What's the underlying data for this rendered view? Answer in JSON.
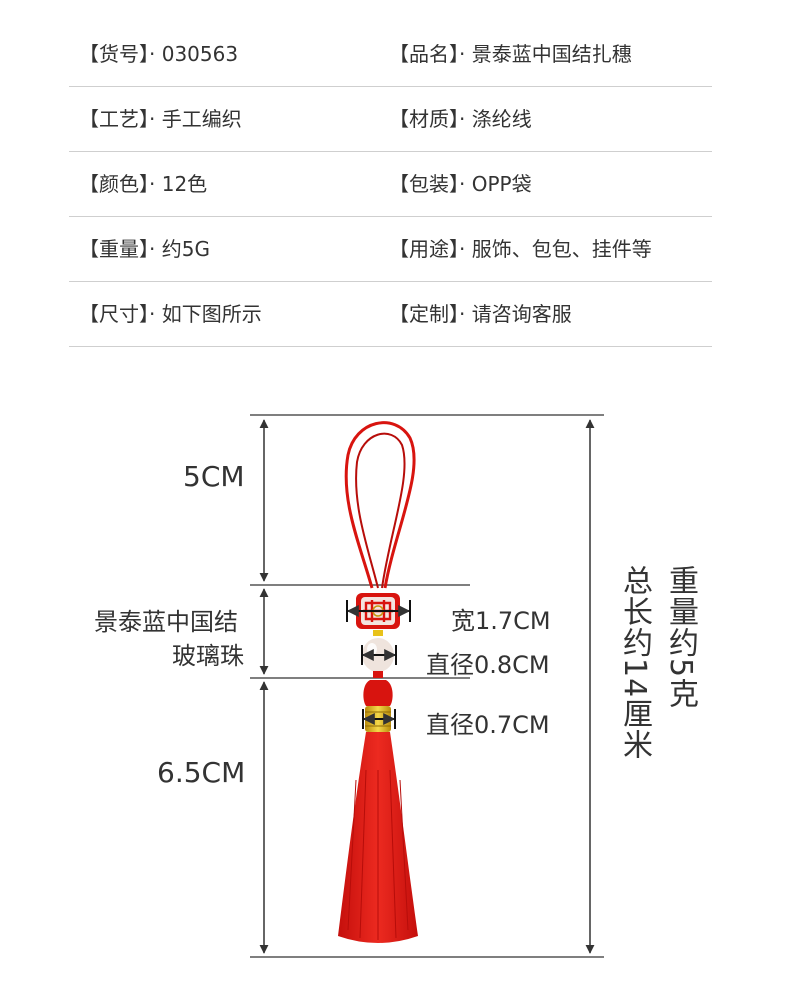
{
  "specs": {
    "rows": [
      {
        "left": {
          "label": "【货号】",
          "value": "030563"
        },
        "right": {
          "label": "【品名】",
          "value": "景泰蓝中国结扎穗"
        }
      },
      {
        "left": {
          "label": "【工艺】",
          "value": "手工编织"
        },
        "right": {
          "label": "【材质】",
          "value": "涤纶线"
        }
      },
      {
        "left": {
          "label": "【颜色】",
          "value": "12色"
        },
        "right": {
          "label": "【包装】",
          "value": "OPP袋"
        }
      },
      {
        "left": {
          "label": "【重量】",
          "value": "约5G"
        },
        "right": {
          "label": "【用途】",
          "value": "服饰、包包、挂件等"
        }
      },
      {
        "left": {
          "label": "【尺寸】",
          "value": "如下图所示"
        },
        "right": {
          "label": "【定制】",
          "value": "请咨询客服"
        }
      }
    ],
    "bullet": "·"
  },
  "diagram": {
    "loop_length": "5CM",
    "bead_name_line1": "景泰蓝中国结",
    "bead_name_line2": "玻璃珠",
    "tassel_length": "6.5CM",
    "knot_width": "宽1.7CM",
    "bead_diameter": "直径0.8CM",
    "cap_diameter": "直径0.7CM",
    "total_length": "总长约14厘米",
    "weight": "重量约5克"
  },
  "colors": {
    "red": "#e01612",
    "gold": "#e8c21a",
    "line": "#333333"
  }
}
